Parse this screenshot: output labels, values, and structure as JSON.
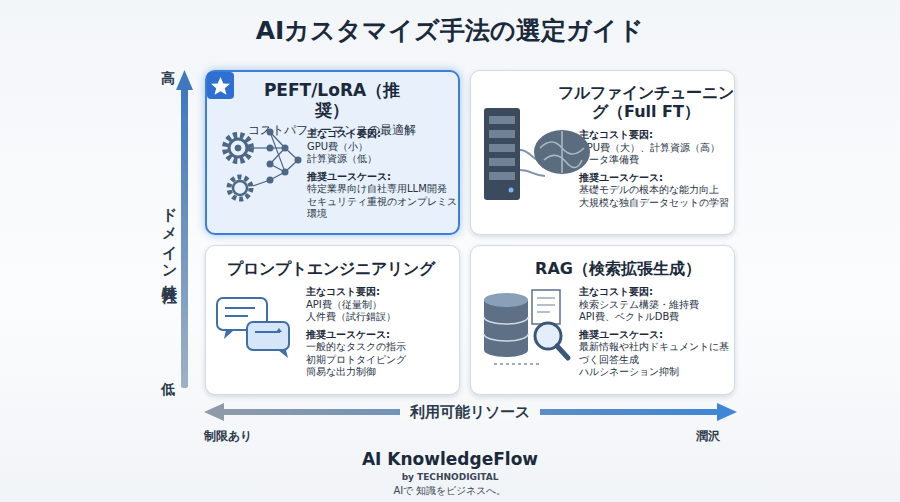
{
  "diagram": {
    "title": "AIカスタマイズ手法の選定ガイド",
    "nodes": [
      {
        "text": [
          "PEFT/LoRA（推奨）",
          "コストパフォーマンスの最適解",
          "主なコスト要因:",
          "GPU費（小） 計算資源（低）",
          "推奨ユースケース:",
          "特定業界向け自社専用LLM開発 セキュリティ重視のオンプレミス環境"
        ]
      },
      {
        "text": [
          "フルファインチューニング（Full FT）",
          "主なコスト要因:",
          "GPU費（大）、計算資源（高） データ準備費",
          "推奨ユースケース:",
          "基礎モデルの根本的な能力向上 大規模な独自データセットの学習"
        ]
      },
      {
        "text": [
          "プロンプトエンジニアリング",
          "主なコスト要因:",
          "API費（従量制） 人件費（試行錯誤）",
          "推奨ユースケース:",
          "一般的なタスクの指示 初期プロトタイピング 簡易な出力制御"
        ]
      },
      {
        "text": [
          "RAG（検索拡張生成）",
          "主なコスト要因:",
          "検索システム構築・維持費 API費、ベクトルDB費",
          "推奨ユースケース:",
          "最新情報や社内ドキュメントに基づく回答生成 ハルシネーション抑制"
        ]
      }
    ],
    "edges": [],
    "labels": [
      "高",
      "ドメイン特異性",
      "低",
      "利用可能リソース",
      "制限あり",
      "潤沢",
      "AI KnowledgeFlow",
      "by TECHNODIGITAL",
      "AIで 知識をビジネスへ。"
    ]
  }
}
